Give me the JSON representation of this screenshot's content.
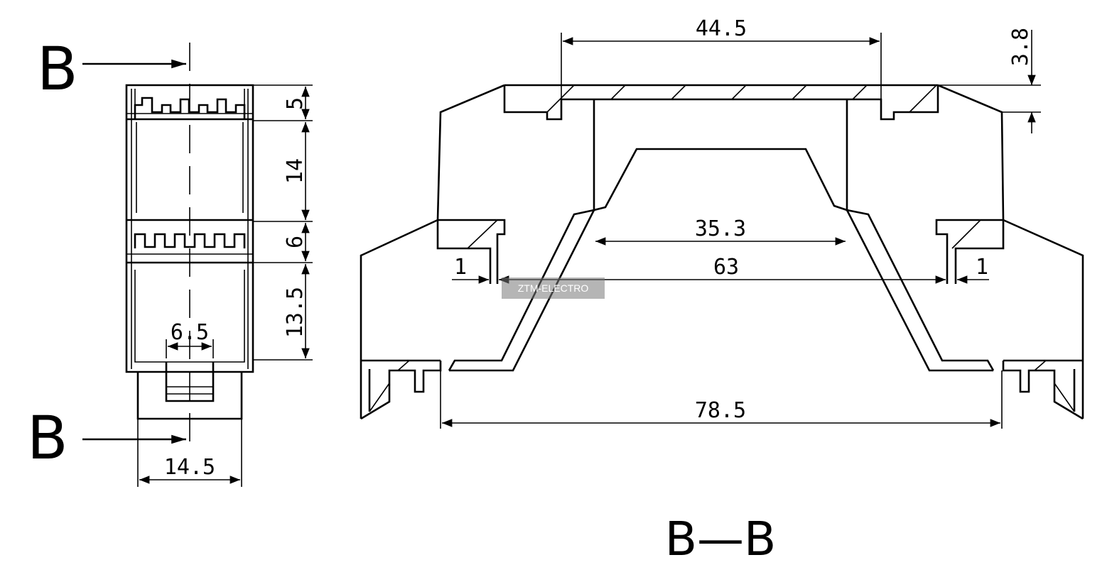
{
  "section_markers": {
    "top": "B",
    "bottom": "B"
  },
  "section_title": "B—B",
  "watermark": "ZTM-ELECTRO",
  "side_view": {
    "height_dims": [
      "5",
      "14",
      "6",
      "13.5"
    ],
    "terminal_width": "6.5",
    "base_width": "14.5"
  },
  "section_view": {
    "top_width": "44.5",
    "top_thickness": "3.8",
    "inner_width": "35.3",
    "rail_span": "63",
    "left_gap": "1",
    "right_gap": "1",
    "base_width": "78.5"
  }
}
